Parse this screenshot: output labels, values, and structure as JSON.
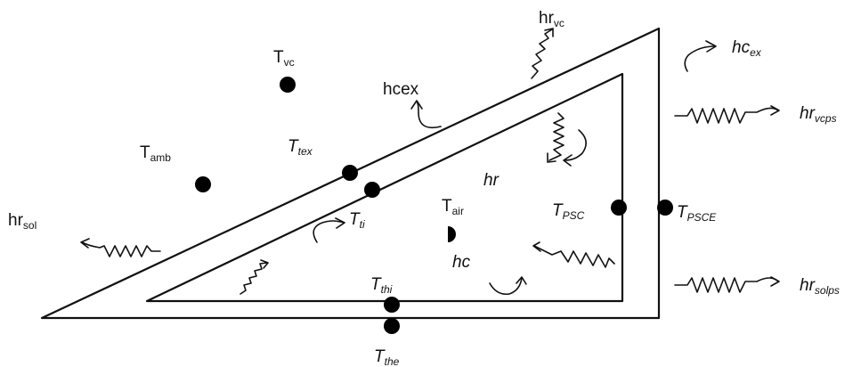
{
  "labels": {
    "t_vc": {
      "main": "T",
      "sub": "vc"
    },
    "t_amb": {
      "main": "T",
      "sub": "amb"
    },
    "t_tex": {
      "main": "T",
      "sub": "tex"
    },
    "t_ti": {
      "main": "T",
      "sub": "ti"
    },
    "t_air": {
      "main": "T",
      "sub": "air"
    },
    "t_psc": {
      "main": "T",
      "sub": "PSC"
    },
    "t_psce": {
      "main": "T",
      "sub": "PSCE"
    },
    "t_thi": {
      "main": "T",
      "sub": "thi"
    },
    "t_the": {
      "main": "T",
      "sub": "the"
    },
    "hr_vc": {
      "main": "hr",
      "sub": "vc"
    },
    "hc_ex_right": {
      "main": "hc",
      "sub": "ex"
    },
    "hr_vcps": {
      "main": "hr",
      "sub": "vcps"
    },
    "hr_sol": {
      "main": "hr",
      "sub": "sol"
    },
    "hr_solps": {
      "main": "hr",
      "sub": "solps"
    },
    "hcex": "hcex",
    "hr": "hr",
    "hc": "hc"
  }
}
